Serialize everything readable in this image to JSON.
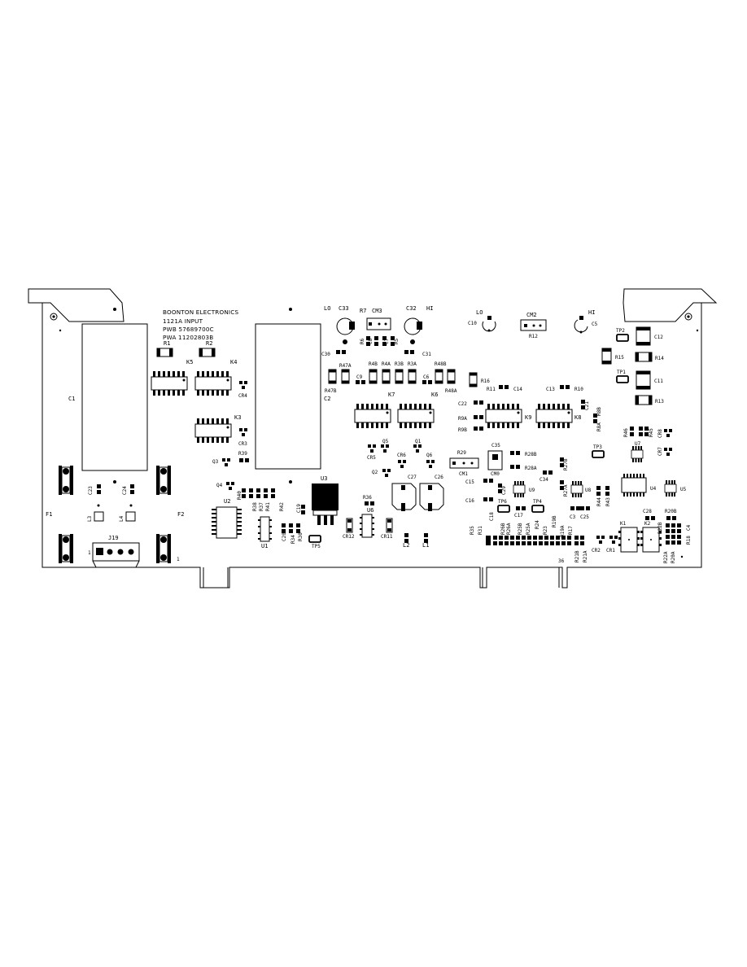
{
  "board": {
    "header": [
      "BOONTON ELECTRONICS",
      "1121A INPUT",
      "PWB 57689700C",
      "PWA 11202803B"
    ],
    "pin_numbers": {
      "edge_end": "36",
      "connector_left": "1",
      "connector_right": "1"
    }
  },
  "components": {
    "C1": "C1",
    "C2": "C2",
    "U3": "U3",
    "J19": "J19",
    "F1": "F1",
    "F2": "F2",
    "L3": "L3",
    "L4": "L4",
    "C23": "C23",
    "C24": "C24",
    "LO_left": "LO",
    "HI_left": "HI",
    "LO_right": "LO",
    "HI_right": "HI",
    "C33": "C33",
    "C32": "C32",
    "R7": "R7",
    "CM3": "CM3",
    "R6": "R6",
    "C8": "C8",
    "C7": "C7",
    "R5": "R5",
    "C30": "C30",
    "C31": "C31",
    "C10": "C10",
    "CM2": "CM2",
    "R12": "R12",
    "C5": "C5",
    "TP2": "TP2",
    "C12": "C12",
    "R15": "R15",
    "R14": "R14",
    "TP1": "TP1",
    "C11": "C11",
    "R13": "R13",
    "R1": "R1",
    "R2": "R2",
    "K5": "K5",
    "K4": "K4",
    "CR4": "CR4",
    "K3": "K3",
    "CR3": "CR3",
    "R39": "R39",
    "Q3": "Q3",
    "Q4": "Q4",
    "R47A": "R47A",
    "R47B": "R47B",
    "C9": "C9",
    "R4B": "R4B",
    "R4A": "R4A",
    "R3B": "R3B",
    "R3A": "R3A",
    "C6": "C6",
    "R48B": "R48B",
    "R48A": "R48A",
    "K7": "K7",
    "K6": "K6",
    "R16": "R16",
    "R11": "R11",
    "C14": "C14",
    "C13": "C13",
    "R10": "R10",
    "C22": "C22",
    "R9A": "R9A",
    "R9B": "R9B",
    "K9": "K9",
    "K8": "K8",
    "C21": "C21",
    "R8A": "R8A",
    "R8B": "R8B",
    "R46": "R46",
    "R45": "R45",
    "CR8": "CR8",
    "CR7": "CR7",
    "TP3": "TP3",
    "U7": "U7",
    "Q5": "Q5",
    "Q1": "Q1",
    "CR5": "CR5",
    "CR6": "CR6",
    "Q6": "Q6",
    "Q2": "Q2",
    "R29": "R29",
    "CM1": "CM1",
    "C35": "C35",
    "CM0": "CM0",
    "R28B": "R28B",
    "R28A": "R28A",
    "R27B": "R27B",
    "C34": "C34",
    "C27": "C27",
    "C26": "C26",
    "C15": "C15",
    "C16": "C16",
    "C29": "C29",
    "U9": "U9",
    "C18": "C18",
    "C17": "C17",
    "TP6": "TP6",
    "TP4": "TP4",
    "R27A": "R27A",
    "U8": "U8",
    "C3": "C3",
    "C25": "C25",
    "R44": "R44",
    "R43": "R43",
    "U4": "U4",
    "U5": "U5",
    "R36": "R36",
    "U6": "U6",
    "CR11": "CR11",
    "CR12": "CR12",
    "L2": "L2",
    "L1": "L1",
    "TP5": "TP5",
    "U2": "U2",
    "U1": "U1",
    "R38": "R38",
    "R37": "R37",
    "R41": "R41",
    "R42": "R42",
    "R40": "R40",
    "C19": "C19",
    "C20": "C20",
    "R34": "R34",
    "R30": "R30",
    "R35": "R35",
    "R31": "R31",
    "R26B": "R26B",
    "R26A": "R26A",
    "R25B": "R25B",
    "R25A": "R25A",
    "R24": "R24",
    "R23": "R23",
    "R19B": "R19B",
    "R19A": "R19A",
    "R17": "R17",
    "R21B": "R21B",
    "R21A": "R21A",
    "CR2": "CR2",
    "CR1": "CR1",
    "K1": "K1",
    "K2": "K2",
    "C28": "C28",
    "R20B": "R20B",
    "R22B": "R22B",
    "C4": "C4",
    "R18": "R18",
    "R22A": "R22A",
    "R20A": "R20A"
  }
}
